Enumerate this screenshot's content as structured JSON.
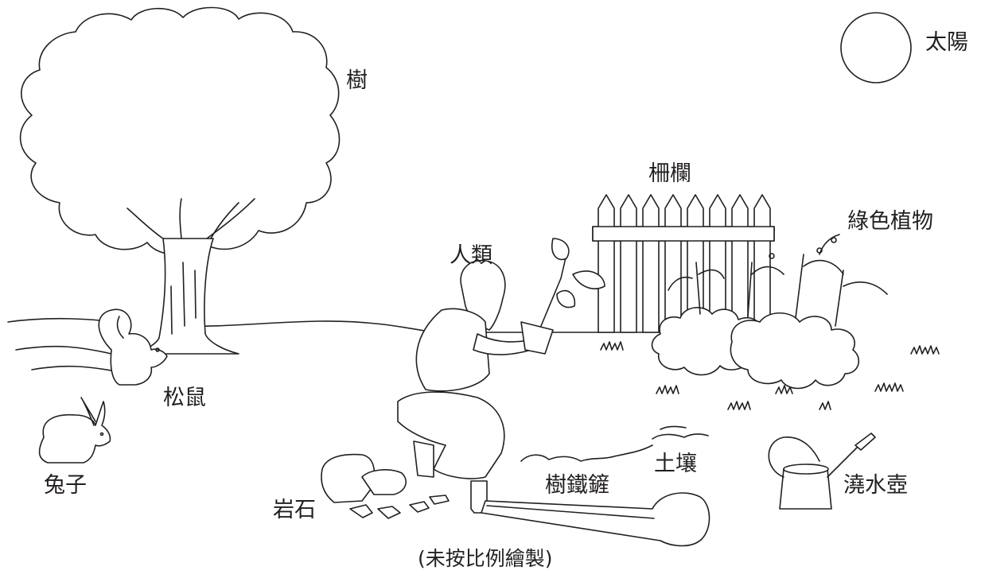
{
  "labels": {
    "tree": "樹",
    "sun": "太陽",
    "fence": "柵欄",
    "green_plants": "綠色植物",
    "human": "人類",
    "squirrel": "松鼠",
    "rabbit": "兔子",
    "soil": "土壤",
    "watering_can": "澆水壺",
    "shovel": "樹鐵鏟",
    "rock": "岩石",
    "note": "(未按比例繪製)"
  }
}
